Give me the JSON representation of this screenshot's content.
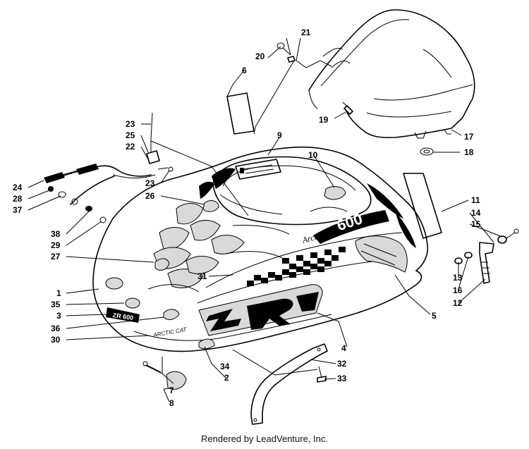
{
  "diagram": {
    "labels": [
      {
        "id": "1",
        "text": "1"
      },
      {
        "id": "2",
        "text": "2"
      },
      {
        "id": "3",
        "text": "3"
      },
      {
        "id": "4",
        "text": "4"
      },
      {
        "id": "5",
        "text": "5"
      },
      {
        "id": "6",
        "text": "6"
      },
      {
        "id": "7",
        "text": "7"
      },
      {
        "id": "8",
        "text": "8"
      },
      {
        "id": "9",
        "text": "9"
      },
      {
        "id": "10",
        "text": "10"
      },
      {
        "id": "11",
        "text": "11"
      },
      {
        "id": "12",
        "text": "12"
      },
      {
        "id": "13",
        "text": "13"
      },
      {
        "id": "14",
        "text": "14"
      },
      {
        "id": "15",
        "text": "15"
      },
      {
        "id": "16",
        "text": "16"
      },
      {
        "id": "17",
        "text": "17"
      },
      {
        "id": "18",
        "text": "18"
      },
      {
        "id": "19",
        "text": "19"
      },
      {
        "id": "20",
        "text": "20"
      },
      {
        "id": "21",
        "text": "21"
      },
      {
        "id": "22",
        "text": "22"
      },
      {
        "id": "23a",
        "text": "23"
      },
      {
        "id": "23b",
        "text": "23"
      },
      {
        "id": "24",
        "text": "24"
      },
      {
        "id": "25",
        "text": "25"
      },
      {
        "id": "26",
        "text": "26"
      },
      {
        "id": "27",
        "text": "27"
      },
      {
        "id": "28",
        "text": "28"
      },
      {
        "id": "29",
        "text": "29"
      },
      {
        "id": "30",
        "text": "30"
      },
      {
        "id": "31",
        "text": "31"
      },
      {
        "id": "32",
        "text": "32"
      },
      {
        "id": "33",
        "text": "33"
      },
      {
        "id": "34",
        "text": "34"
      },
      {
        "id": "35",
        "text": "35"
      },
      {
        "id": "36",
        "text": "36"
      },
      {
        "id": "37",
        "text": "37"
      },
      {
        "id": "38",
        "text": "38"
      }
    ],
    "decals": {
      "model_number": "600",
      "brand_small": "ARCTIC CAT",
      "script_text": "Arctic Cat"
    }
  },
  "footer": "Rendered by LeadVenture, Inc."
}
